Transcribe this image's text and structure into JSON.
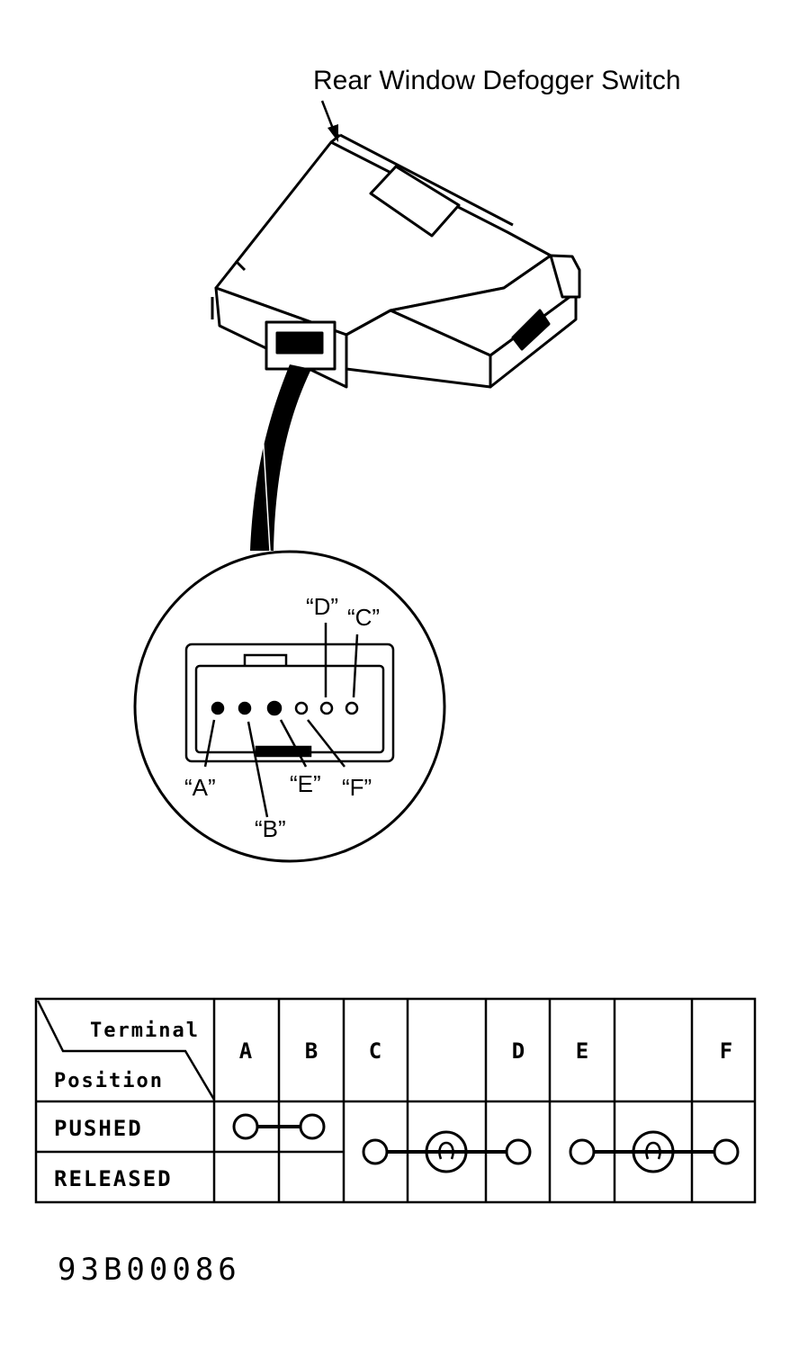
{
  "title": "Rear Window Defogger Switch",
  "connector": {
    "pins": [
      "“A”",
      "“B”",
      "“C”",
      "“D”",
      "“E”",
      "“F”"
    ]
  },
  "table": {
    "corner_top": "Terminal",
    "corner_bottom": "Position",
    "terminals": [
      "A",
      "B",
      "C",
      "D",
      "E",
      "F"
    ],
    "rows": [
      "PUSHED",
      "RELEASED"
    ]
  },
  "figure_code": "93B00086"
}
